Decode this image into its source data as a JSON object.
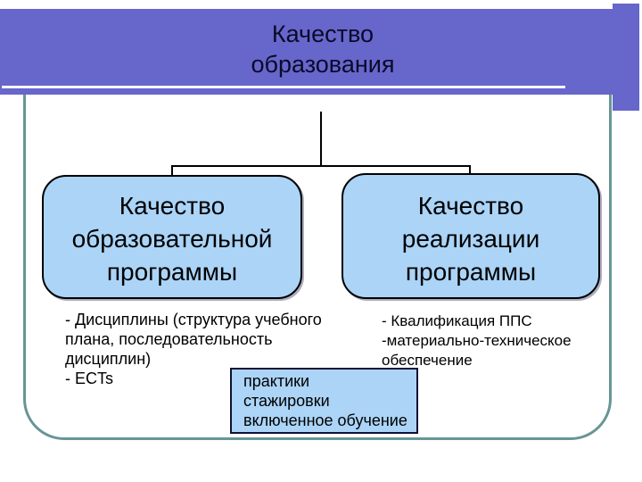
{
  "slide": {
    "title": {
      "line1": "Качество",
      "line2": "образования"
    },
    "diagram": {
      "left_box": {
        "lines": [
          "Качество",
          "образовательной",
          "программы"
        ]
      },
      "right_box": {
        "lines": [
          "Качество",
          "реализации",
          "программы"
        ]
      },
      "left_details": {
        "lines": [
          "- Дисциплины (структура учебного",
          "плана, последовательность",
          "дисциплин)",
          "- ECTs"
        ]
      },
      "right_details": {
        "lines": [
          "- Квалификация ППС",
          "-материально-техническое",
          "обеспечение"
        ]
      },
      "center_box": {
        "lines": [
          "практики",
          "стажировки",
          "включенное обучение"
        ]
      }
    },
    "colors": {
      "band": "#6666cb",
      "box_fill": "#abd4f7",
      "container_border": "#689595",
      "small_box_border": "#111133"
    }
  }
}
